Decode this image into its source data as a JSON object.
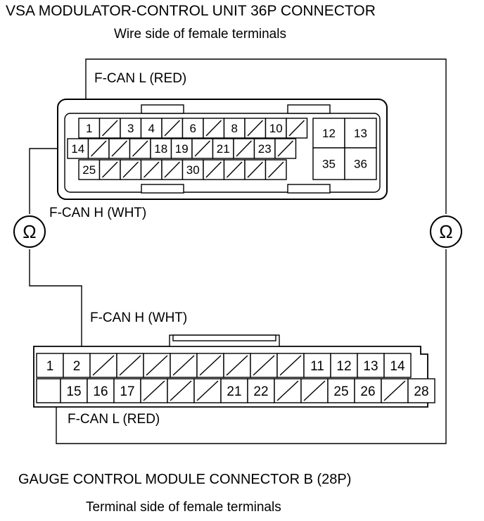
{
  "titles": {
    "vsa_connector": "VSA MODULATOR-CONTROL UNIT 36P CONNECTOR",
    "vsa_view": "Wire side of female terminals",
    "gauge_connector": "GAUGE CONTROL MODULE CONNECTOR B (28P)",
    "gauge_view": "Terminal side of female terminals"
  },
  "wires": {
    "vsa_can_low": "F-CAN L (RED)",
    "vsa_can_high": "F-CAN H (WHT)",
    "gauge_can_high": "F-CAN H (WHT)",
    "gauge_can_low": "F-CAN L (RED)"
  },
  "meters": {
    "left_symbol": "Ω",
    "right_symbol": "Ω"
  },
  "vsa_connector": {
    "row1": [
      "1",
      "",
      "3",
      "4",
      "",
      "6",
      "",
      "8",
      "",
      "10",
      ""
    ],
    "row2": [
      "14",
      "",
      "",
      "",
      "18",
      "19",
      "",
      "21",
      "",
      "23",
      ""
    ],
    "row3": [
      "25",
      "",
      "",
      "",
      "",
      "30",
      "",
      "",
      "",
      ""
    ],
    "side_block": [
      "12",
      "13",
      "35",
      "36"
    ]
  },
  "gauge_connector": {
    "row1": [
      "1",
      "2",
      "",
      "",
      "",
      "",
      "",
      "",
      "",
      "",
      "11",
      "12",
      "13",
      "14"
    ],
    "row2": [
      "",
      "15",
      "16",
      "17",
      "",
      "",
      "",
      "21",
      "22",
      "",
      "",
      "25",
      "26",
      "",
      "28"
    ]
  }
}
